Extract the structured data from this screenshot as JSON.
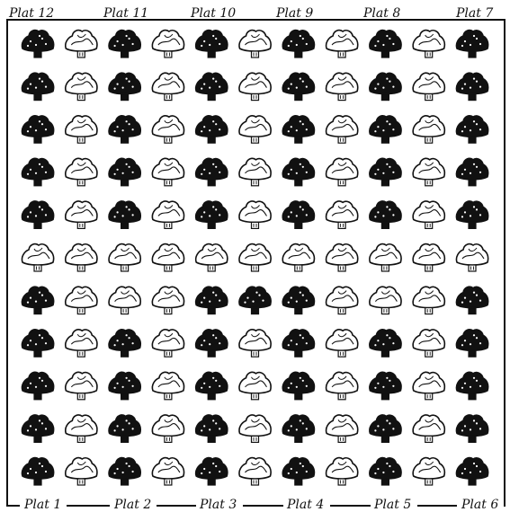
{
  "top_labels": [
    "Plat 12",
    "Plat 11",
    "Plat 10",
    "Plat 9",
    "Plat 8",
    "Plat 7"
  ],
  "bottom_labels": [
    "Plat 1",
    "Plat 2",
    "Plat 3",
    "Plat 4",
    "Plat 5",
    "Plat 6"
  ],
  "grid": {
    "rows": 11,
    "cols": 11,
    "pattern": [
      "DWDWDWDWDWD",
      "DWDWDWDWDWD",
      "DWDWDWDWDWD",
      "DWDWDWDWDWD",
      "DWDWDWDWDWD",
      "WWWWWWWWWWW",
      "DWWWDDDWWWD",
      "DWDWDWDWDWD",
      "DWDWDWDWDWD",
      "DWDWDWDWDWD",
      "DWDWDWDWDWD"
    ],
    "legend": {
      "D": "dark-fruit-icon",
      "W": "light-fruit-icon"
    }
  },
  "colors": {
    "ink": "#111111",
    "paper": "#ffffff"
  }
}
